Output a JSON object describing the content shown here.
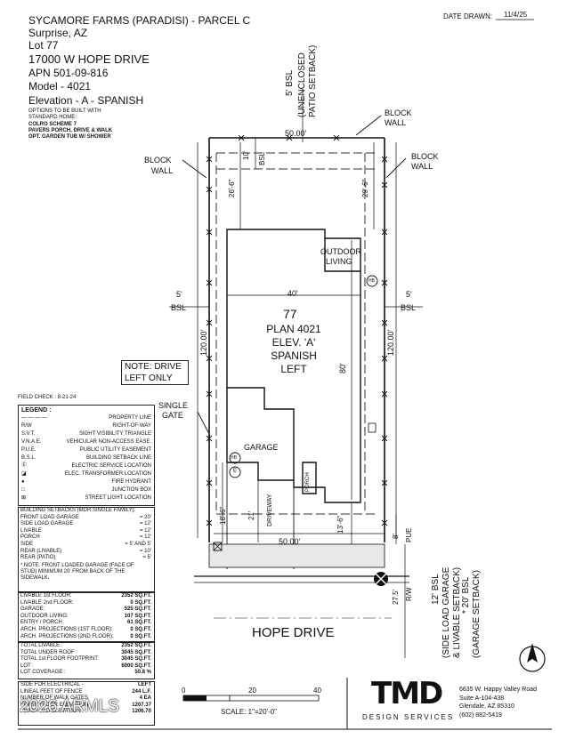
{
  "header": {
    "project": "SYCAMORE FARMS (PARADISI) - PARCEL C",
    "city": "Surprise, AZ",
    "lot": "Lot 77",
    "address": "17000 W HOPE DRIVE",
    "apn": "APN 501-09-816",
    "model": "Model - 4021",
    "elevation": "Elevation - A - SPANISH",
    "options_title": "OPTIONS TO BE BUILT WITH STANDARD HOME:",
    "options": [
      "COLRO SCHEME 7",
      "PAVERS PORCH, DRIVE & WALK",
      "OPT. GARDEN TUB W/ SHOWER"
    ],
    "date_label": "DATE DRAWN:",
    "date_value": "11/4/25"
  },
  "plan": {
    "lot_number": "77",
    "plan_name": "PLAN 4021",
    "elev": "ELEV. 'A'",
    "style": "SPANISH",
    "hand": "LEFT",
    "dim_width": "40'",
    "dim_depth": "80'",
    "dim_top": "50.00'",
    "dim_bottom": "50.00'",
    "dim_left": "120.00'",
    "dim_right": "120.00'",
    "rear_left": "26'-6\"",
    "rear_right": "29'-6\"",
    "rear_bsl": "10'",
    "bsl": "BSL",
    "side_left": "5'",
    "side_right": "5'",
    "front_1": "18'-6\"",
    "front_2": "21'",
    "front_3": "13'-6\"",
    "pue": "8'",
    "pue_label": "PUE",
    "row": "27.5'",
    "row_label": "R/W",
    "bsl_5_rear": "5' BSL",
    "unenclosed": "(UNENCLOSED",
    "patio": "PATIO SETBACK)",
    "bsl_12": "12' BSL",
    "side_load": "(SIDE LOAD GARAGE",
    "livable_sb": "& LIVABLE SETBACK)",
    "bsl_20": "* 20' BSL",
    "garage_sb": "(GARAGE SETBACK)",
    "outdoor": "OUTDOOR",
    "living": "LIVING",
    "garage": "GARAGE",
    "driveway": "DRIVEWAY",
    "porch": "PORCH",
    "hb": "HB",
    "e": "E",
    "block_wall_1": "BLOCK",
    "block_wall_2": "WALL",
    "single": "SINGLE",
    "gate": "GATE",
    "street": "HOPE DRIVE",
    "note_line1": "NOTE: DRIVE",
    "note_line2": "LEFT ONLY"
  },
  "field_check": "FIELD CHECK : 8-21-24",
  "legend": {
    "title": "LEGEND :",
    "rows": [
      {
        "sym": "— — — —",
        "label": "PROPERTY LINE"
      },
      {
        "sym": "R/W",
        "label": "RIGHT-OF-WAY"
      },
      {
        "sym": "S.V.T.",
        "label": "SIGHT VISIBILITY TRIANGLE"
      },
      {
        "sym": "V.N.A.E.",
        "label": "VEHICULAR NON-ACCESS EASE."
      },
      {
        "sym": "P.U.E.",
        "label": "PUBLIC UTILITY EASEMENT"
      },
      {
        "sym": "B.S.L.",
        "label": "BUILDING SETBACK LINE"
      },
      {
        "sym": "Ⓔ",
        "label": "ELECTRIC SERVICE LOCATION"
      },
      {
        "sym": "◪",
        "label": "ELEC. TRANSFORMER LOCATION"
      },
      {
        "sym": "●",
        "label": "FIRE HYDRANT"
      },
      {
        "sym": "□",
        "label": "JUNCTION BOX"
      },
      {
        "sym": "⊠",
        "label": "STREET LIGHT LOCATION"
      }
    ]
  },
  "setbacks": {
    "title": "BUILDING SETBACKS (MDR SINGLE FAMILY):",
    "rows": [
      {
        "k": "FRONT LOAD GARAGE",
        "v": "= 20'"
      },
      {
        "k": "SIDE LOAD GARAGE",
        "v": "= 12'"
      },
      {
        "k": "LIVABLE",
        "v": "= 12'"
      },
      {
        "k": "PORCH",
        "v": "= 12'"
      },
      {
        "k": "SIDE",
        "v": "= 5' AND 5'"
      },
      {
        "k": "REAR (LIVABLE)",
        "v": "= 10'"
      },
      {
        "k": "REAR (PATIO)",
        "v": "= 5'"
      }
    ],
    "note": "* NOTE: FRONT LOADED GARAGE (FACE OF STUD) MINIMUM 20' FROM BACK OF THE SIDEWALK."
  },
  "areas": {
    "rows": [
      {
        "k": "LIVABLE 1st FLOOR:",
        "v": "2352 SQ.FT."
      },
      {
        "k": "LIVABLE 2nd FLOOR:",
        "v": "0 SQ.FT."
      },
      {
        "k": "GARAGE:",
        "v": "525 SQ.FT."
      },
      {
        "k": "OUTDOOR LIVING:",
        "v": "107 SQ.FT."
      },
      {
        "k": "ENTRY / PORCH",
        "v": "61 SQ.FT."
      },
      {
        "k": "ARCH. PROJECTIONS (1ST FLOOR):",
        "v": "0 SQ.FT."
      },
      {
        "k": "ARCH. PROJECTIONS (2ND FLOOR):",
        "v": "0 SQ.FT."
      }
    ]
  },
  "totals": {
    "rows": [
      {
        "k": "TOTAL LIVABLE :",
        "v": "2352 SQ.FT."
      },
      {
        "k": "TOTAL UNDER ROOF :",
        "v": "3045 SQ.FT."
      },
      {
        "k": "TOTAL 1st FLOOR FOOTPRINT:",
        "v": "3045 SQ.FT."
      },
      {
        "k": "LOT :",
        "v": "6000 SQ.FT."
      },
      {
        "k": "LOT COVERAGE :",
        "v": "50.8 %"
      }
    ]
  },
  "electrical": {
    "k": "SIDE FOR ELECTRICAL -",
    "v": "LEFT",
    "r1k": "LINEAL FEET OF FENCE",
    "r1v": "244 L.F.",
    "r2k": "NUMBER OF WALK GATES",
    "r2v": "4 EA",
    "r3k": "FINISH FLOOR ELEVATION",
    "r3v": "1207.37",
    "r4k": "FINISH PAD ELEVATION",
    "r4v": "1206.70"
  },
  "watermark": "2026 ARMLS",
  "scale": {
    "t0": "0",
    "t1": "20",
    "t2": "40",
    "label": "SCALE: 1\"=20'-0\""
  },
  "logo": {
    "mark": "TMD",
    "sub": "DESIGN SERVICES"
  },
  "company": {
    "line1": "6635 W. Happy Valley Road",
    "line2": "Suite A-104-438",
    "line3": "Glendale, AZ 85310",
    "line4": "(602) 882-5419"
  }
}
